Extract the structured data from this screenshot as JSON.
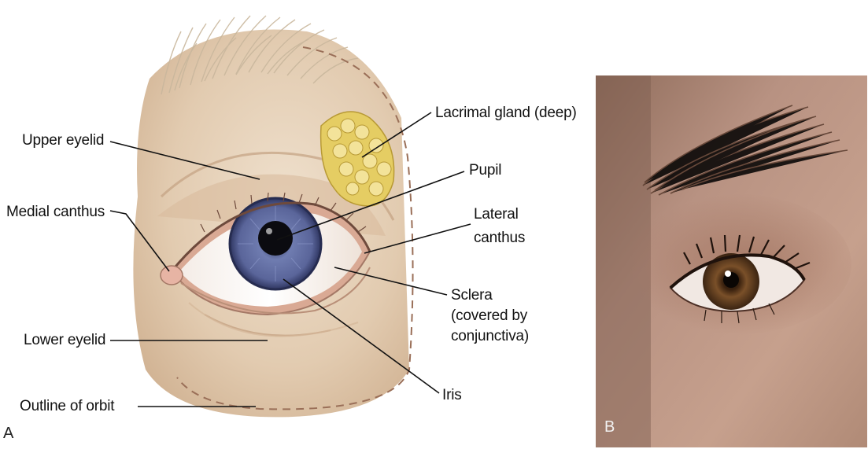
{
  "figure": {
    "panel_a_letter": "A",
    "panel_b_letter": "B",
    "labels": {
      "upper_eyelid": "Upper eyelid",
      "medial_canthus": "Medial canthus",
      "lower_eyelid": "Lower eyelid",
      "outline_of_orbit": "Outline of orbit",
      "lacrimal_gland": "Lacrimal gland (deep)",
      "pupil": "Pupil",
      "lateral_canthus_1": "Lateral",
      "lateral_canthus_2": "canthus",
      "sclera_1": "Sclera",
      "sclera_2": "(covered by",
      "sclera_3": "conjunctiva)",
      "iris": "Iris"
    }
  },
  "colors": {
    "skin": "#e7d3bd",
    "skin_shadow": "#c9a888",
    "iris_blue": "#5d6a9c",
    "pupil": "#0b0b10",
    "gland": "#e8d26a",
    "photo_skin": "#b48c76",
    "photo_iris": "#6a4425"
  }
}
